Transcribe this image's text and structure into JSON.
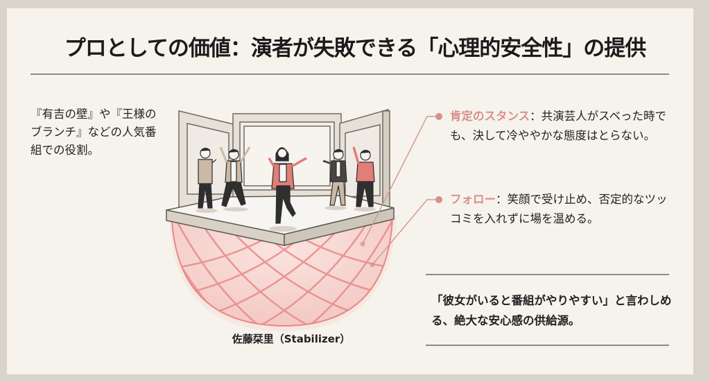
{
  "title": "プロとしての価値：演者が失敗できる「心理的安全性」の提供",
  "left_note": "『有吉の壁』や『王様のブランチ』などの人気番組での役割。",
  "bullets": [
    {
      "label": "肯定のスタンス",
      "text": "：共演芸人がスベった時でも、決して冷ややかな態度はとらない。"
    },
    {
      "label": "フォロー",
      "text": "：笑顔で受け止め、否定的なツッコミを入れずに場を温める。"
    }
  ],
  "quote": "「彼女がいると番組がやりやすい」と言わしめる、絶大な安心感の供給源。",
  "illustration": {
    "caption": "佐藤栞里（Stabilizer）",
    "description": "Stage with five performers above a pink safety net",
    "figures": [
      "clapping-man",
      "cheering-man",
      "woman-with-microphone",
      "clapping-man-dark-jacket",
      "cheering-man-pink-sweater"
    ]
  },
  "colors": {
    "background": "#d9d3c9",
    "panel": "#f6f3ec",
    "accent_pink": "#d98f8c",
    "net_pink": "#e58a86",
    "text": "#222222",
    "rule": "#8f8b84"
  }
}
